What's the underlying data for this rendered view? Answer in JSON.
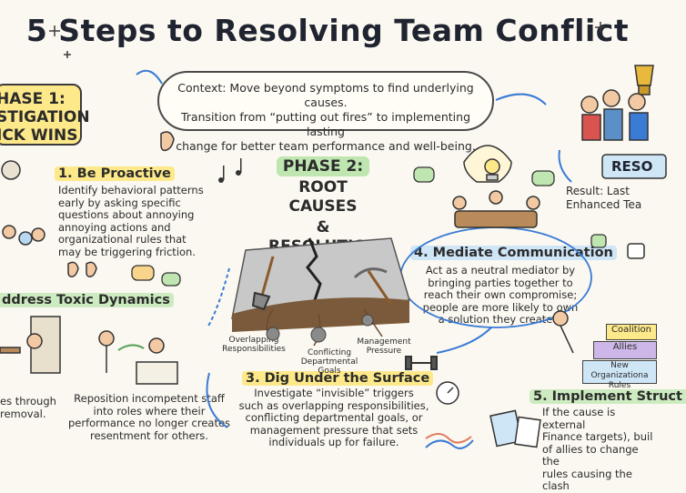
{
  "title": "5 Steps to Resolving Team Conflict",
  "context": {
    "line1": "Context: Move beyond symptoms to find underlying causes.",
    "line2": "Transition from “putting out fires” to implementing lasting",
    "line3": "change for better team performance and well-being."
  },
  "phase1": {
    "line1": "HASE 1:",
    "line2": "STIGATION",
    "line3": "ICK WINS"
  },
  "phase2": {
    "label": "PHASE 2:",
    "line1": "ROOT CAUSES",
    "line2": "& RESOLUTION"
  },
  "step1": {
    "heading": "1. Be Proactive",
    "lines": [
      "Identify behavioral patterns",
      "early by asking specific",
      "questions about annoying",
      "annoying actions and",
      "organizational rules that",
      "may be triggering friction."
    ]
  },
  "step2": {
    "heading": "ddress Toxic Dynamics",
    "left_lines": [
      "es through",
      "removal."
    ],
    "right_lines": [
      "Reposition incompetent staff",
      "into roles where their",
      "performance no longer creates",
      "resentment for others."
    ]
  },
  "step3": {
    "heading": "3. Dig Under the Surface",
    "lines": [
      "Investigate “invisible” triggers",
      "such as overlapping responsibilities,",
      "conflicting departmental goals, or",
      "management pressure that sets",
      "individuals up for failure."
    ]
  },
  "step4": {
    "heading": "4. Mediate Communication",
    "lines": [
      "Act as a neutral mediator by",
      "bringing parties together to",
      "reach their own compromise;",
      "people are more likely to own",
      "a solution they created."
    ]
  },
  "step5": {
    "heading": "5. Implement Struct",
    "lines": [
      "If the cause is external",
      "Finance targets), buil",
      "of allies to change the",
      "rules causing the clash"
    ]
  },
  "roots": {
    "overlapping": [
      "Overlapping",
      "Responsibilities"
    ],
    "conflicting": [
      "Conflicting",
      "Departmental Goals"
    ],
    "management": [
      "Management",
      "Pressure"
    ]
  },
  "result": {
    "line1": "Result: Last",
    "line2": "Enhanced Tea",
    "banner": "RESO"
  },
  "blocks": {
    "coalition": "Coalition",
    "allies": "Allies",
    "rules1": "New Organizationa",
    "rules2": "Rules"
  },
  "colors": {
    "yellow": "#fde98a",
    "green": "#cdebc0",
    "blue": "#cfe6f7",
    "ink": "#2b2b2b"
  }
}
